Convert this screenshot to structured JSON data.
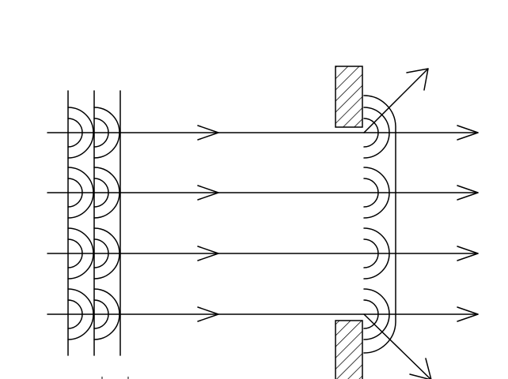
{
  "diagram": {
    "description_kind": "huygens-diffraction-through-aperture",
    "colors": {
      "stroke": "#000000",
      "background": "#ffffff"
    },
    "incoming_wavefront_count": 3,
    "ray_count": 4,
    "secondary_wavelet_sources_per_front": 4,
    "aperture_wavelet_sources": 4,
    "diverging_rays": 2,
    "barrier_pattern": "diagonal-hatch"
  }
}
